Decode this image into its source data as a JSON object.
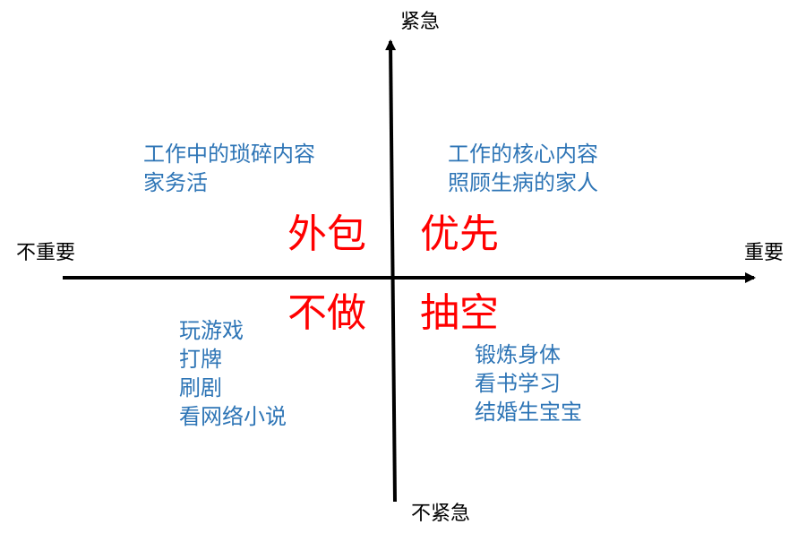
{
  "colors": {
    "axis": "#000000",
    "quadrant_title": "#ff0000",
    "item_text": "#2e75b6"
  },
  "axes": {
    "top_label": "紧急",
    "bottom_label": "不紧急",
    "left_label": "不重要",
    "right_label": "重要"
  },
  "quadrants": {
    "top_left": {
      "title": "外包",
      "items": [
        "工作中的琐碎内容",
        "家务活"
      ]
    },
    "top_right": {
      "title": "优先",
      "items": [
        "工作的核心内容",
        "照顾生病的家人"
      ]
    },
    "bottom_left": {
      "title": "不做",
      "items": [
        "玩游戏",
        "打牌",
        "刷剧",
        "看网络小说"
      ]
    },
    "bottom_right": {
      "title": "抽空",
      "items": [
        "锻炼身体",
        "看书学习",
        "结婚生宝宝"
      ]
    }
  }
}
